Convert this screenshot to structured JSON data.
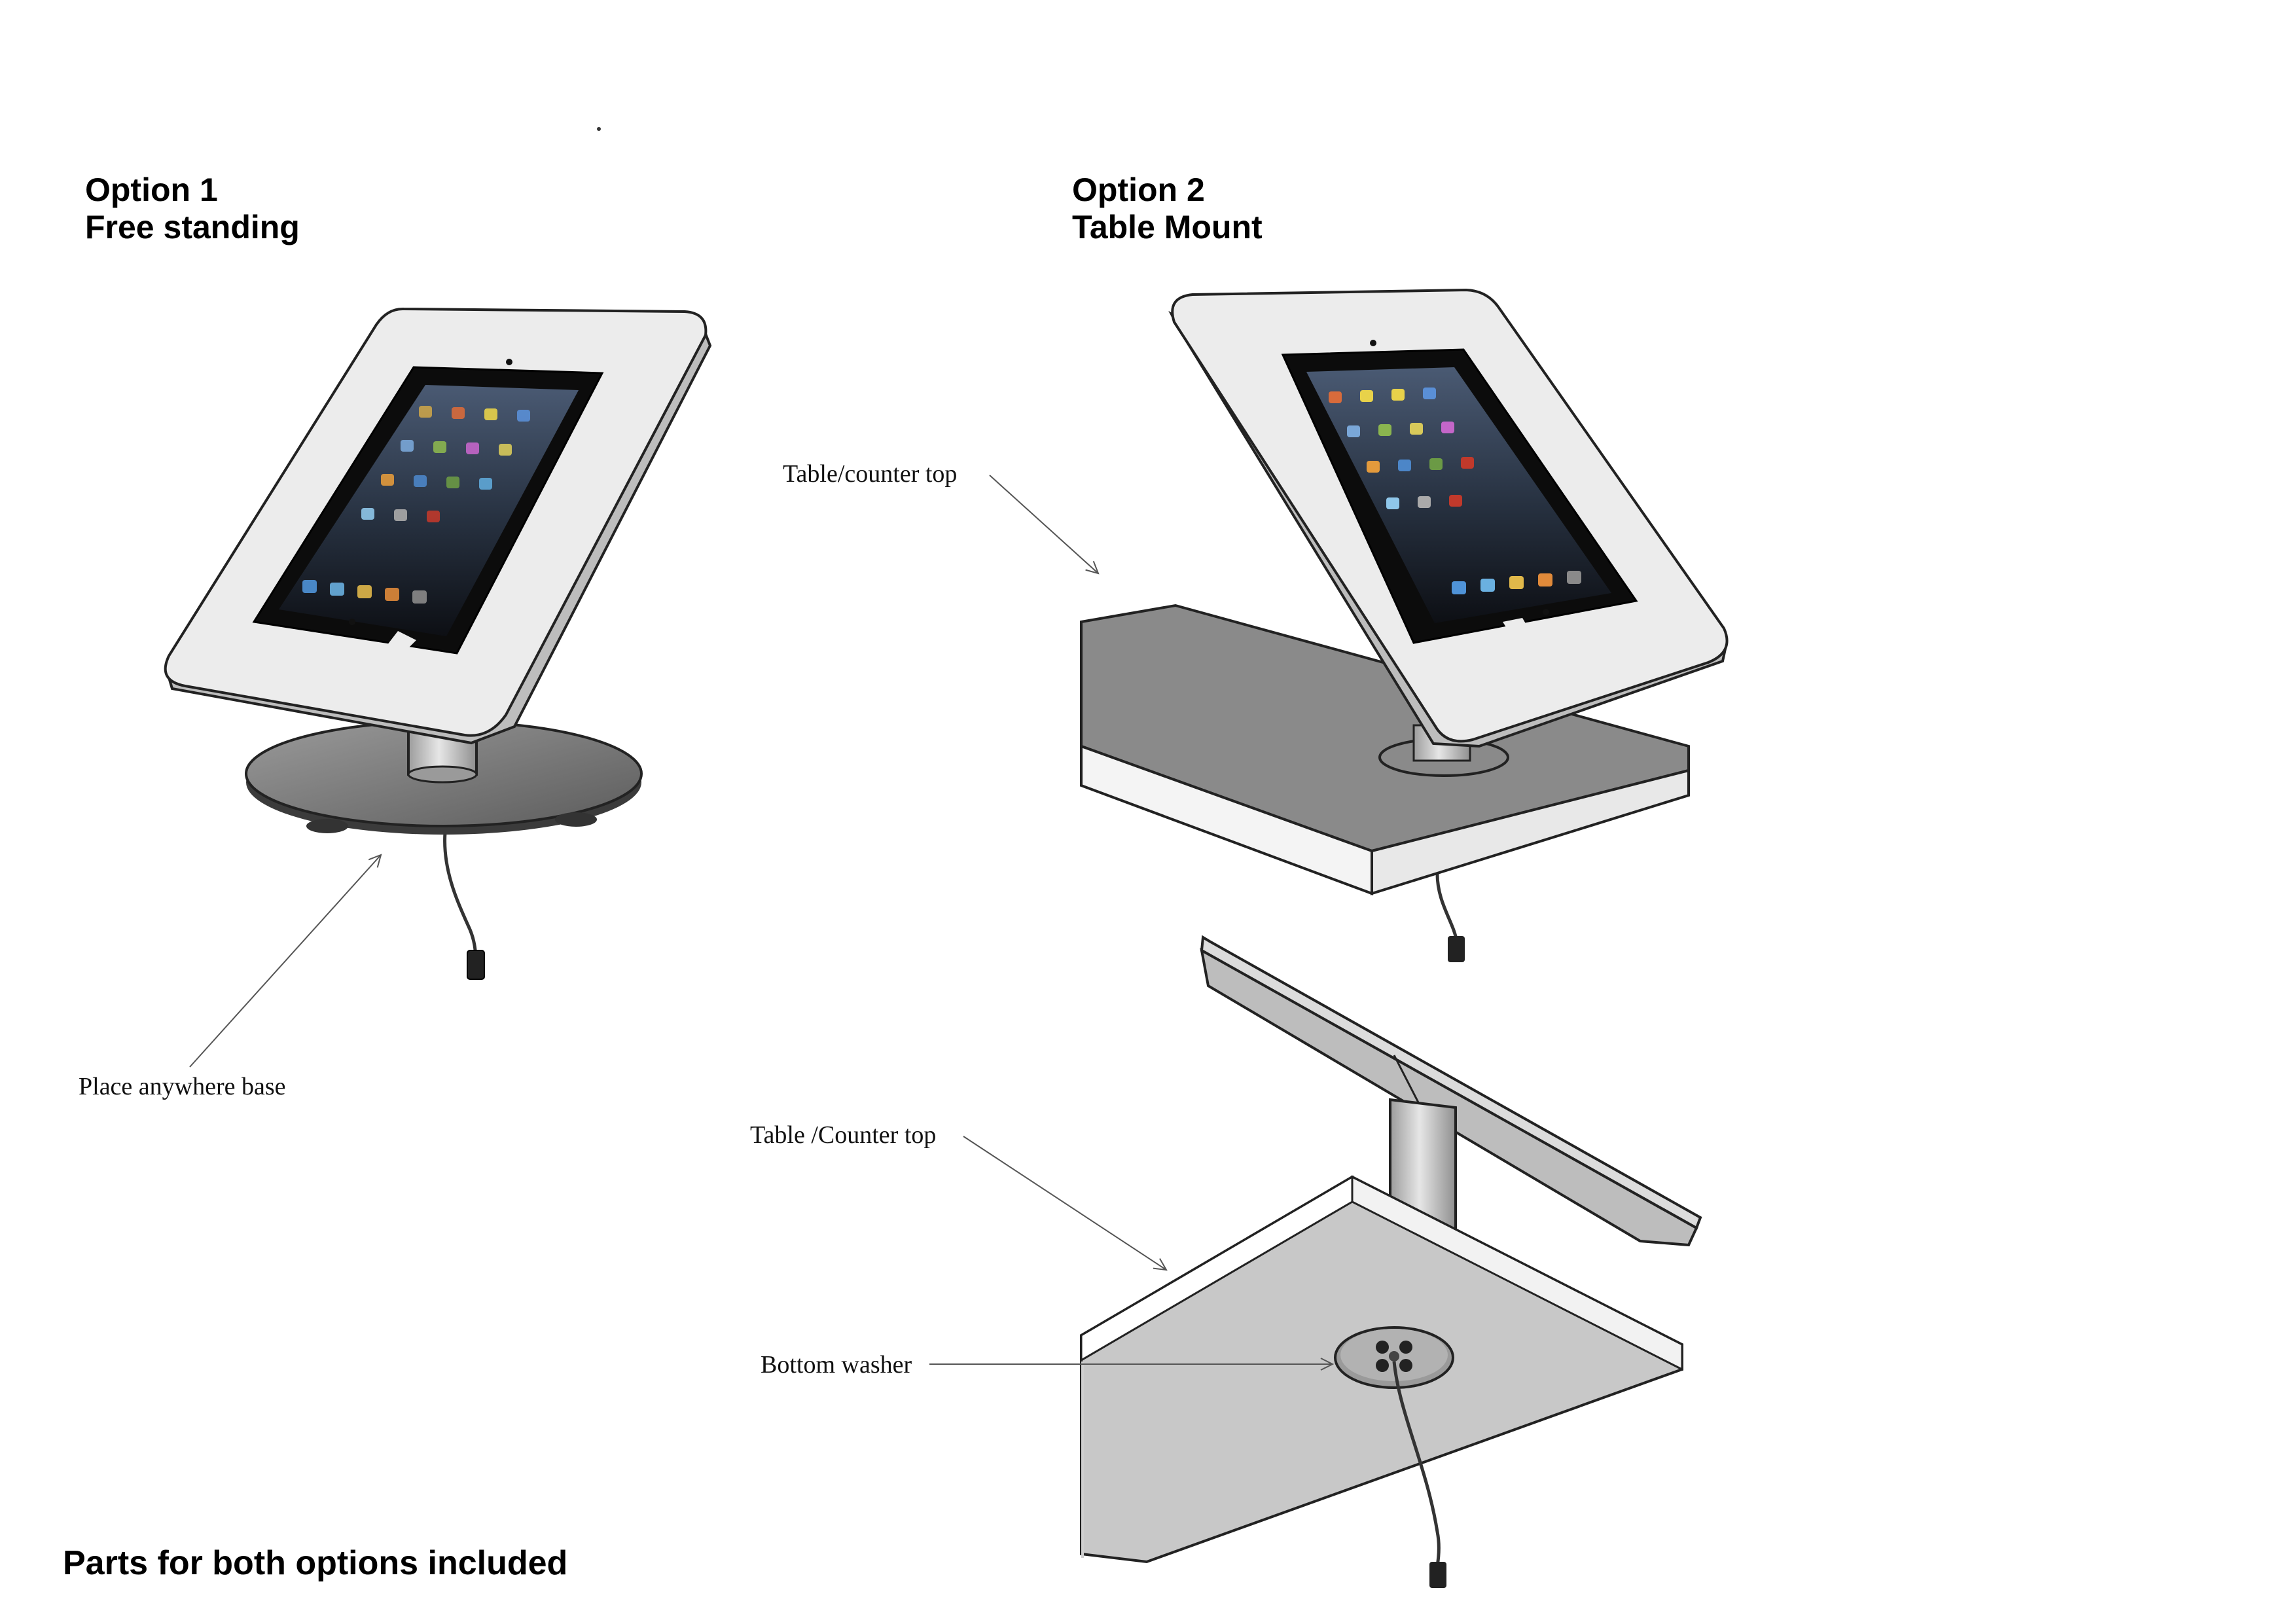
{
  "option1": {
    "title": "Option 1",
    "subtitle": "Free standing"
  },
  "option2": {
    "title": "Option 2",
    "subtitle": "Table Mount"
  },
  "callouts": {
    "place_anywhere_base": "Place anywhere base",
    "table_counter_top_upper": "Table/counter top",
    "table_counter_top_lower": "Table /Counter top",
    "bottom_washer": "Bottom washer"
  },
  "footer": {
    "note": "Parts for both options included"
  },
  "colors": {
    "enclosure_face": "#ececec",
    "screen_bezel": "#111111",
    "screen_glass": "#2f3a4d",
    "base_plate": "#777777",
    "pole": "#cfcfcf",
    "tabletop": "#8a8a8a",
    "tabletop_underside": "#c8c8c8",
    "leader_line": "#555555"
  }
}
